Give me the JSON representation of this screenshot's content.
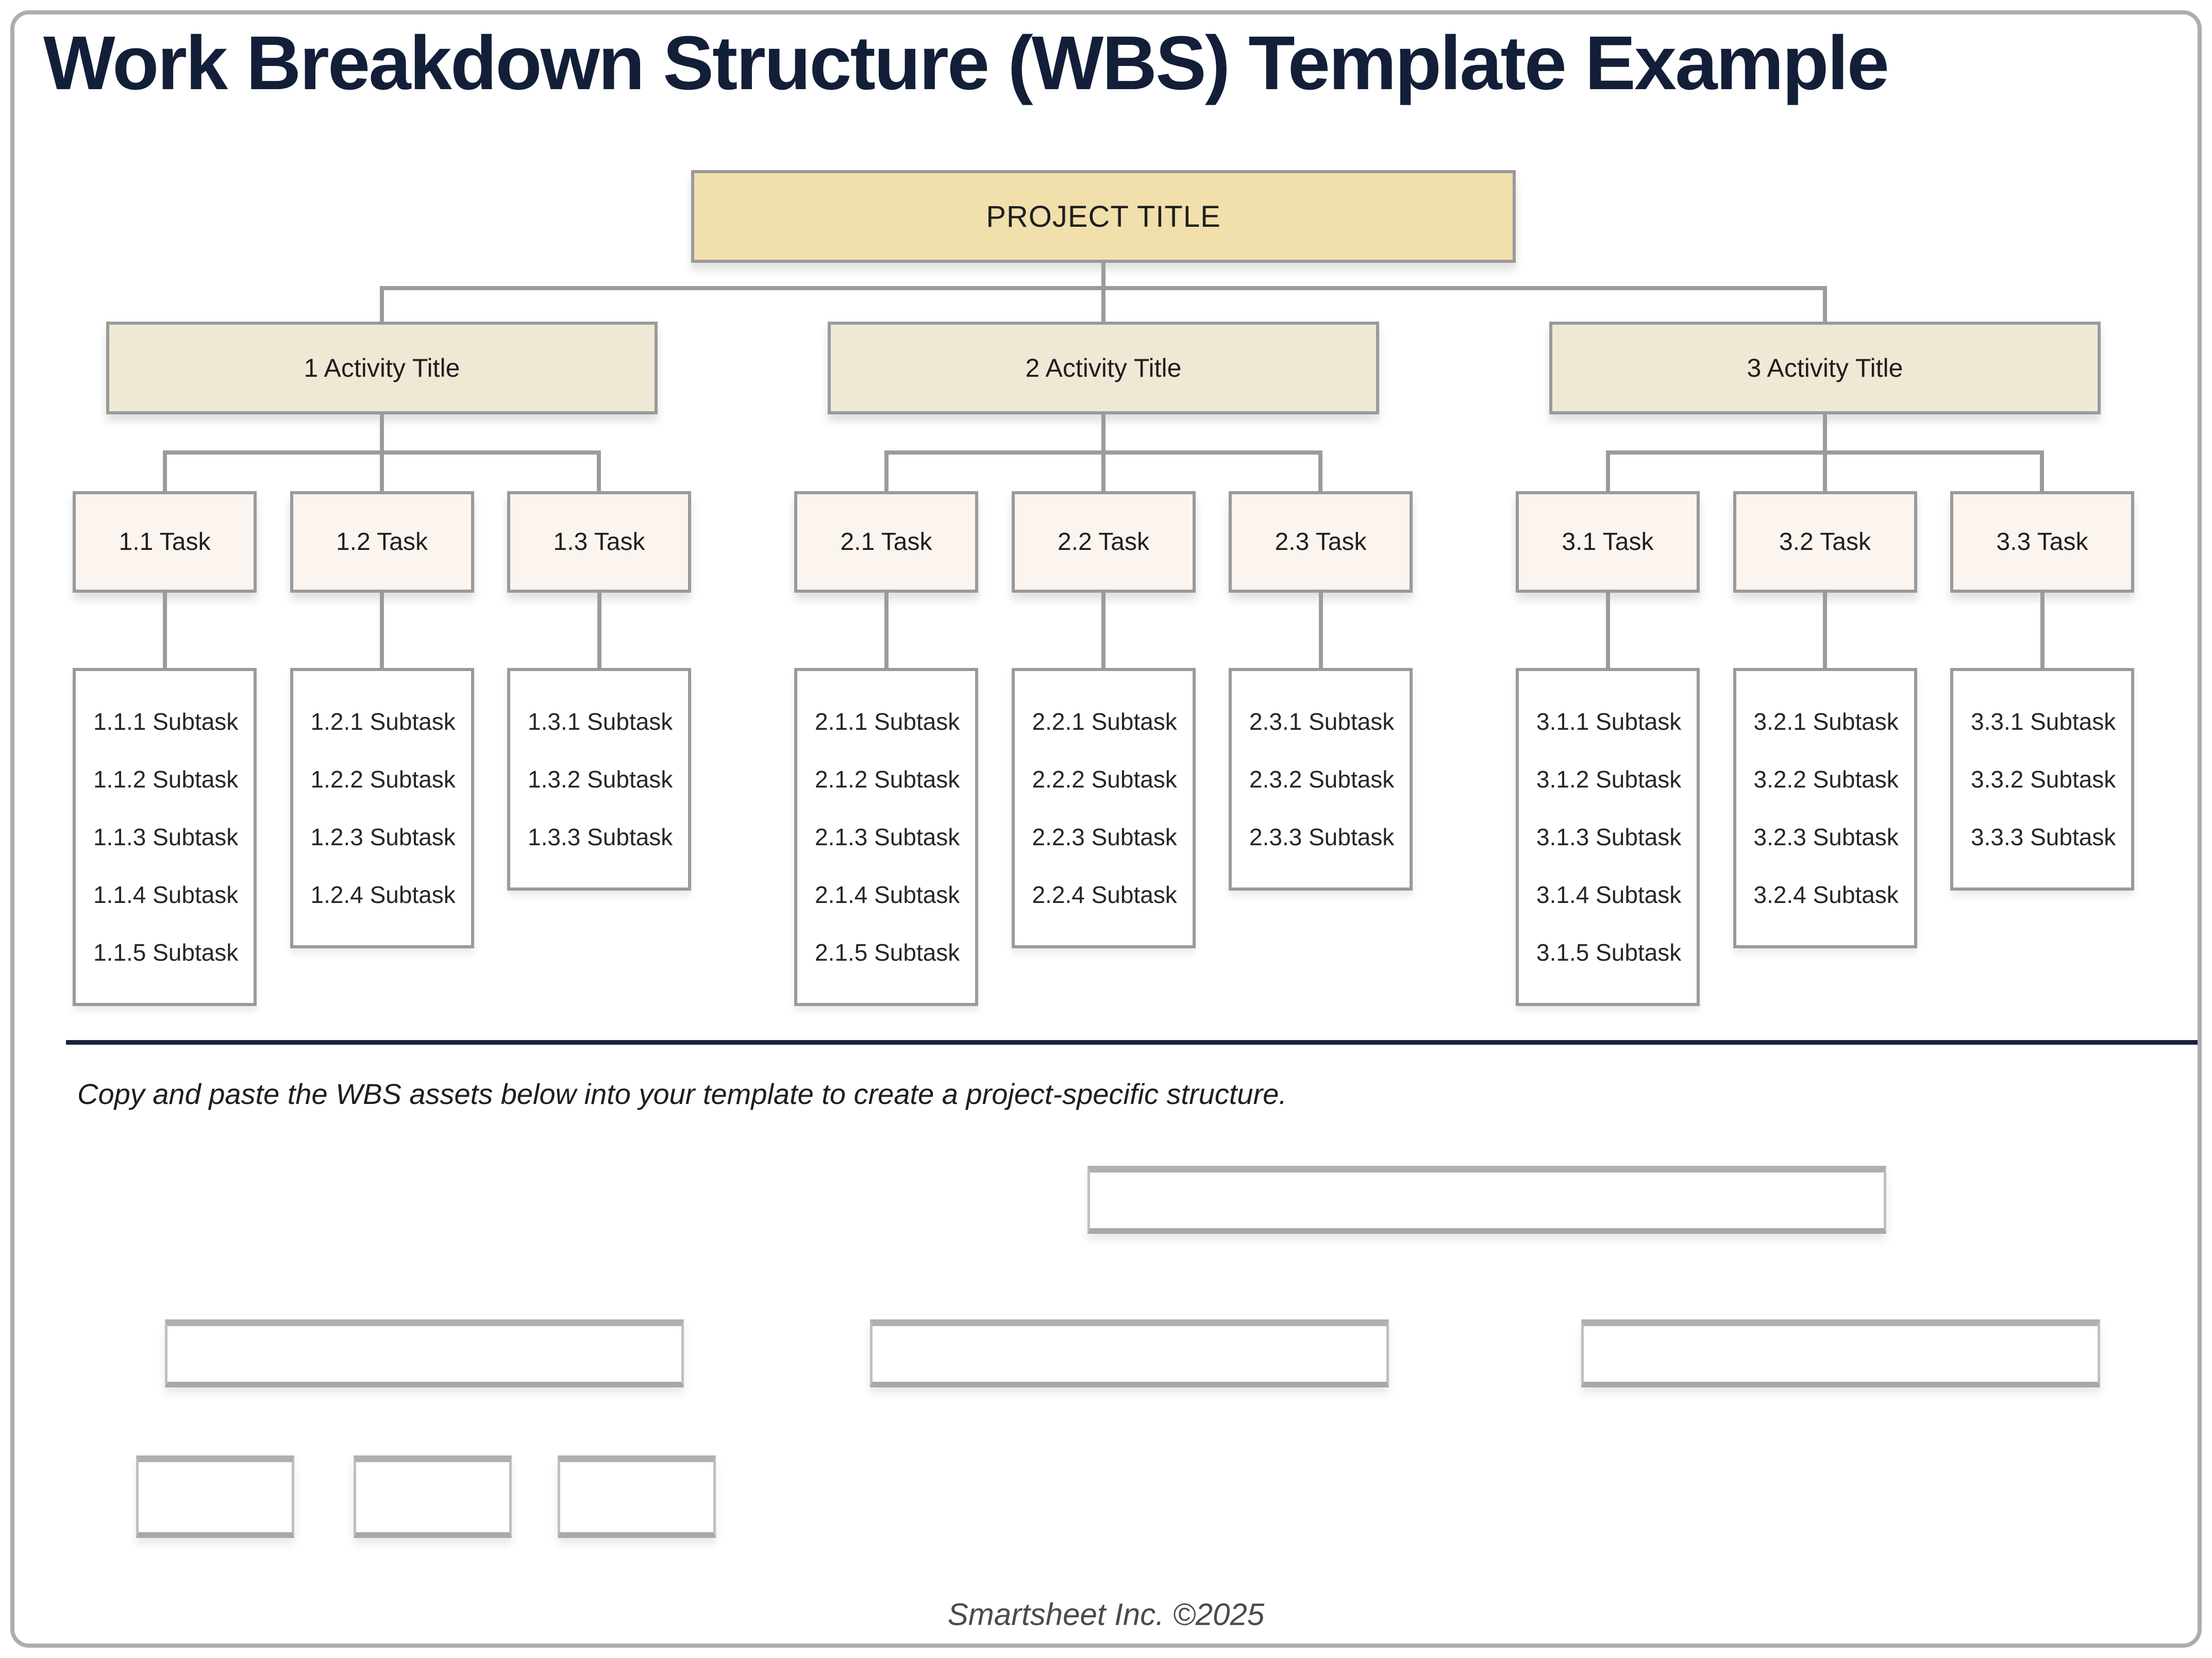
{
  "page": {
    "title": "Work Breakdown Structure (WBS) Template Example",
    "instruction": "Copy and paste the WBS assets below into your template to create a project-specific structure.",
    "footer": "Smartsheet Inc. ©2025"
  },
  "colors": {
    "title_navy": "#131F38",
    "divider_navy": "#1A2439",
    "project_fill": "#F1DFAC",
    "activity_fill": "#EFE8D5",
    "task_fill": "#FCF4EE",
    "subtask_fill": "#FFFFFF",
    "box_border_gray": "#9A9A9A",
    "connector_gray": "#9B9B9B"
  },
  "chart": {
    "root": {
      "label": "PROJECT TITLE"
    },
    "groups": [
      {
        "activity": "1 Activity Title",
        "tasks": [
          {
            "label": "1.1 Task",
            "subtasks": [
              "1.1.1 Subtask",
              "1.1.2 Subtask",
              "1.1.3 Subtask",
              "1.1.4 Subtask",
              "1.1.5 Subtask"
            ]
          },
          {
            "label": "1.2 Task",
            "subtasks": [
              "1.2.1 Subtask",
              "1.2.2 Subtask",
              "1.2.3 Subtask",
              "1.2.4 Subtask"
            ]
          },
          {
            "label": "1.3 Task",
            "subtasks": [
              "1.3.1 Subtask",
              "1.3.2 Subtask",
              "1.3.3 Subtask"
            ]
          }
        ]
      },
      {
        "activity": "2 Activity Title",
        "tasks": [
          {
            "label": "2.1 Task",
            "subtasks": [
              "2.1.1 Subtask",
              "2.1.2 Subtask",
              "2.1.3 Subtask",
              "2.1.4 Subtask",
              "2.1.5 Subtask"
            ]
          },
          {
            "label": "2.2 Task",
            "subtasks": [
              "2.2.1 Subtask",
              "2.2.2 Subtask",
              "2.2.3 Subtask",
              "2.2.4 Subtask"
            ]
          },
          {
            "label": "2.3 Task",
            "subtasks": [
              "2.3.1 Subtask",
              "2.3.2 Subtask",
              "2.3.3 Subtask"
            ]
          }
        ]
      },
      {
        "activity": "3 Activity Title",
        "tasks": [
          {
            "label": "3.1 Task",
            "subtasks": [
              "3.1.1 Subtask",
              "3.1.2 Subtask",
              "3.1.3 Subtask",
              "3.1.4 Subtask",
              "3.1.5 Subtask"
            ]
          },
          {
            "label": "3.2 Task",
            "subtasks": [
              "3.2.1 Subtask",
              "3.2.2 Subtask",
              "3.2.3 Subtask",
              "3.2.4 Subtask"
            ]
          },
          {
            "label": "3.3 Task",
            "subtasks": [
              "3.3.1 Subtask",
              "3.3.2 Subtask",
              "3.3.3 Subtask"
            ]
          }
        ]
      }
    ]
  }
}
